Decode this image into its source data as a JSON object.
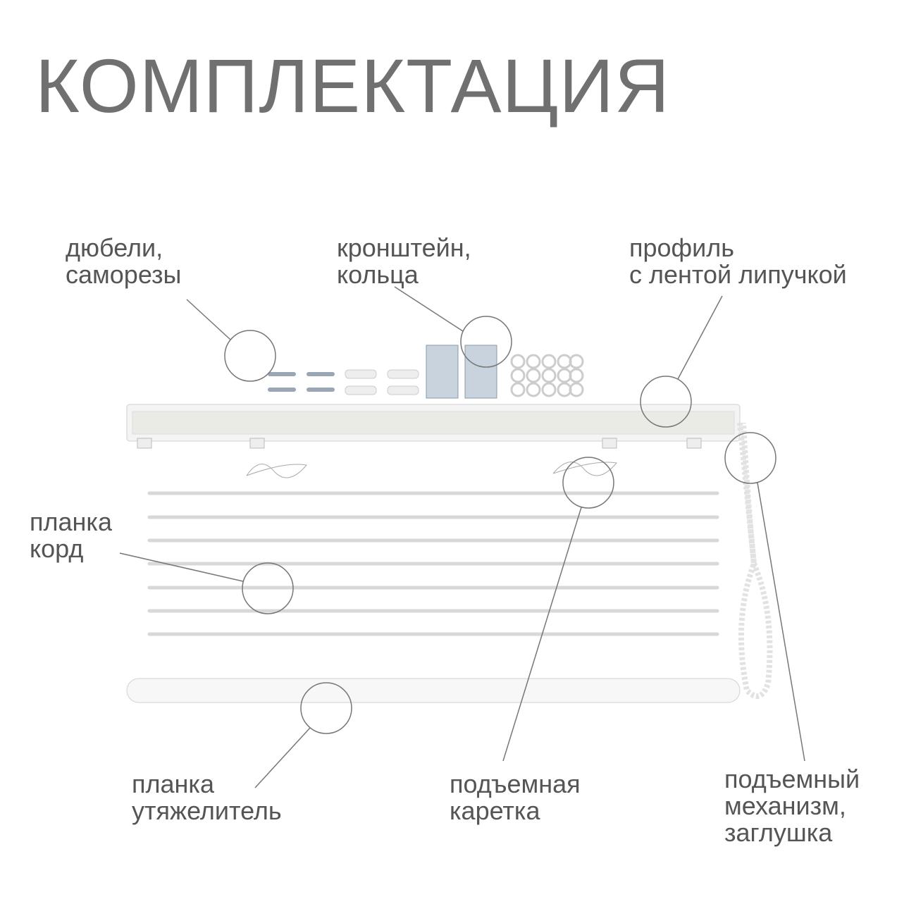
{
  "title": "КОМПЛЕКТАЦИЯ",
  "labels": {
    "dowels": [
      "дюбели,",
      "саморезы"
    ],
    "bracket": [
      "кронштейн,",
      "кольца"
    ],
    "profile": [
      "профиль",
      "с лентой липучкой"
    ],
    "cord_slat": [
      "планка",
      "корд"
    ],
    "weight_slat": [
      "планка",
      "утяжелитель"
    ],
    "carriage": [
      "подъемная",
      "каретка"
    ],
    "mechanism": [
      "подъемный",
      "механизм,",
      "заглушка"
    ]
  }
}
